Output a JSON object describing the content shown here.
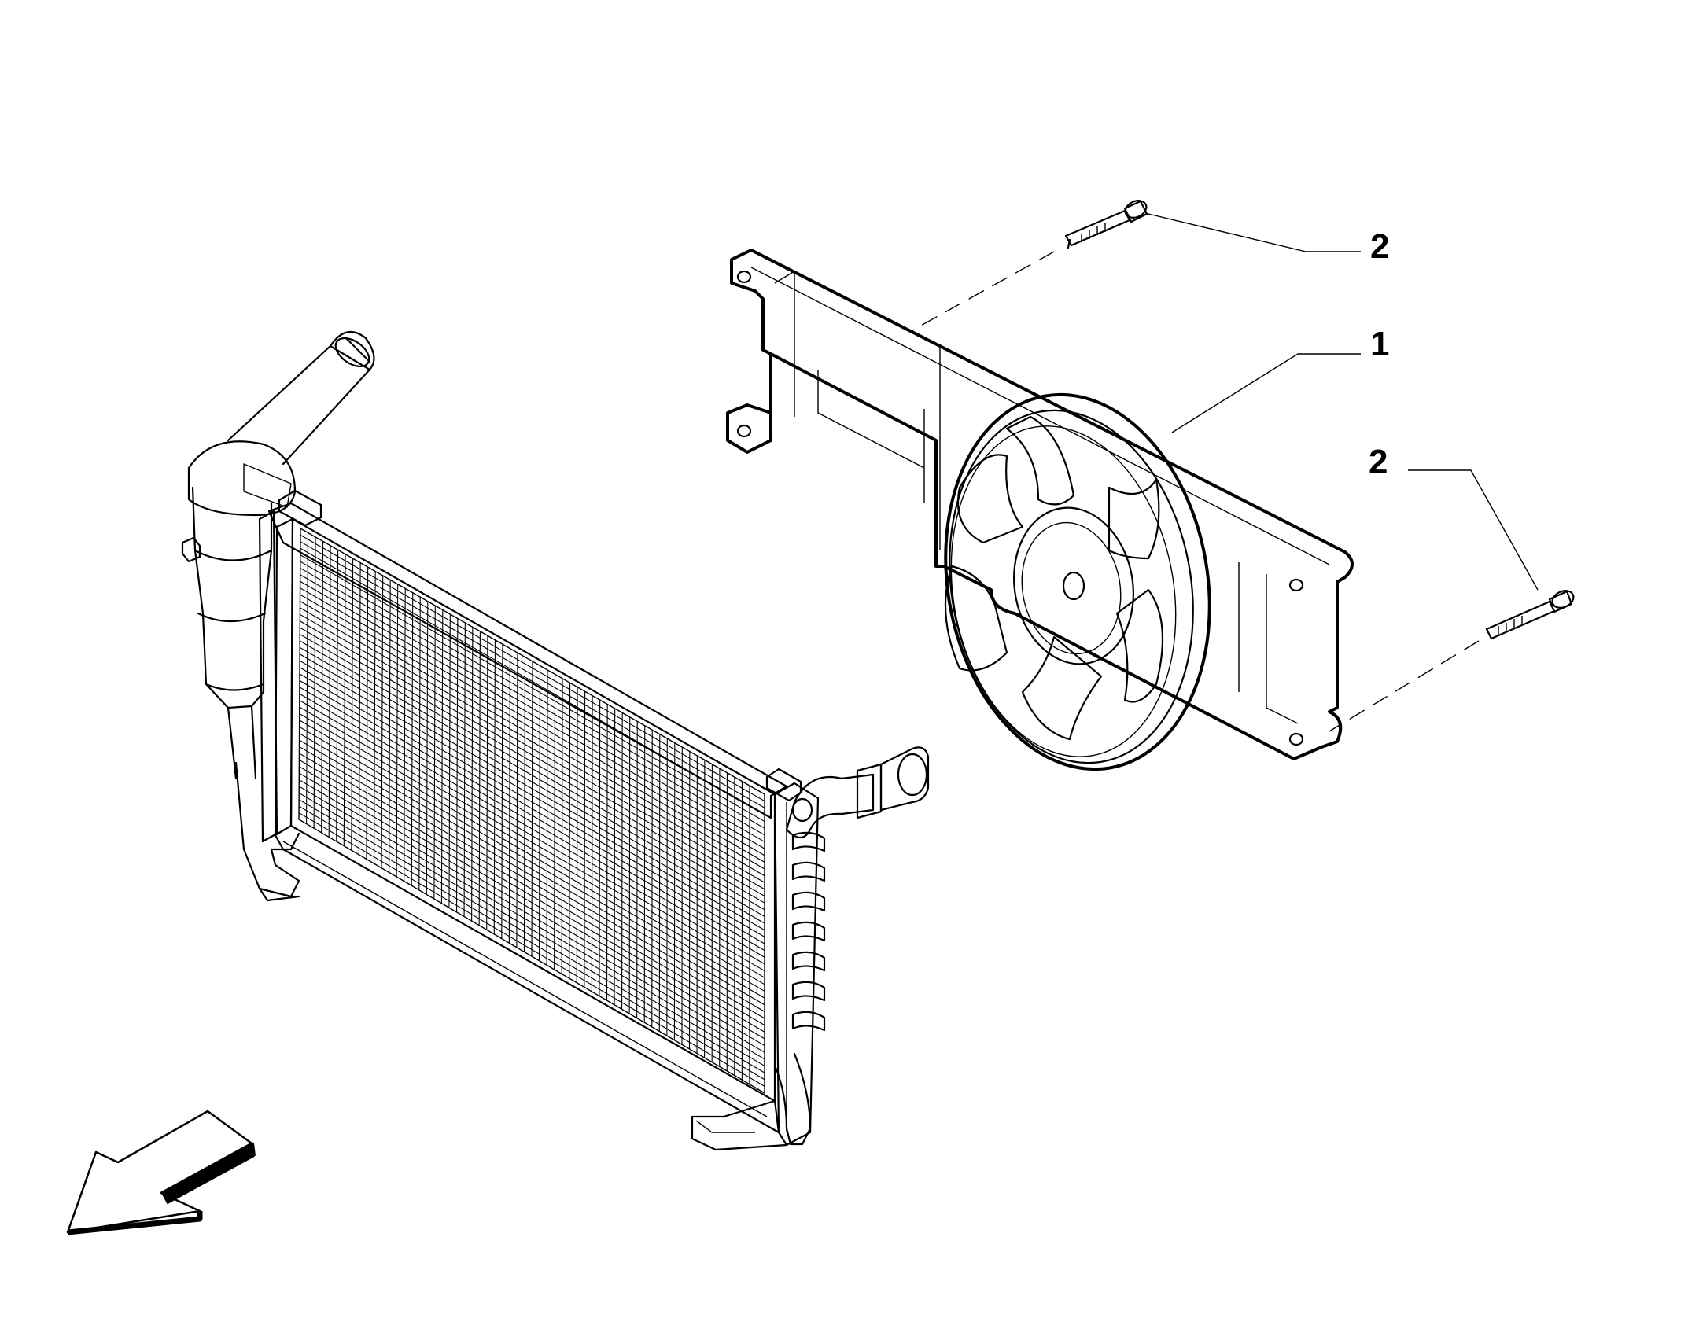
{
  "diagram": {
    "type": "exploded-parts-diagram",
    "colors": {
      "line": "#000000",
      "background": "#ffffff"
    }
  },
  "callouts": [
    {
      "id": "callout-1",
      "label": "1"
    },
    {
      "id": "callout-2-top",
      "label": "2"
    },
    {
      "id": "callout-2-right",
      "label": "2"
    }
  ],
  "icons": [
    "direction-arrow-icon"
  ]
}
